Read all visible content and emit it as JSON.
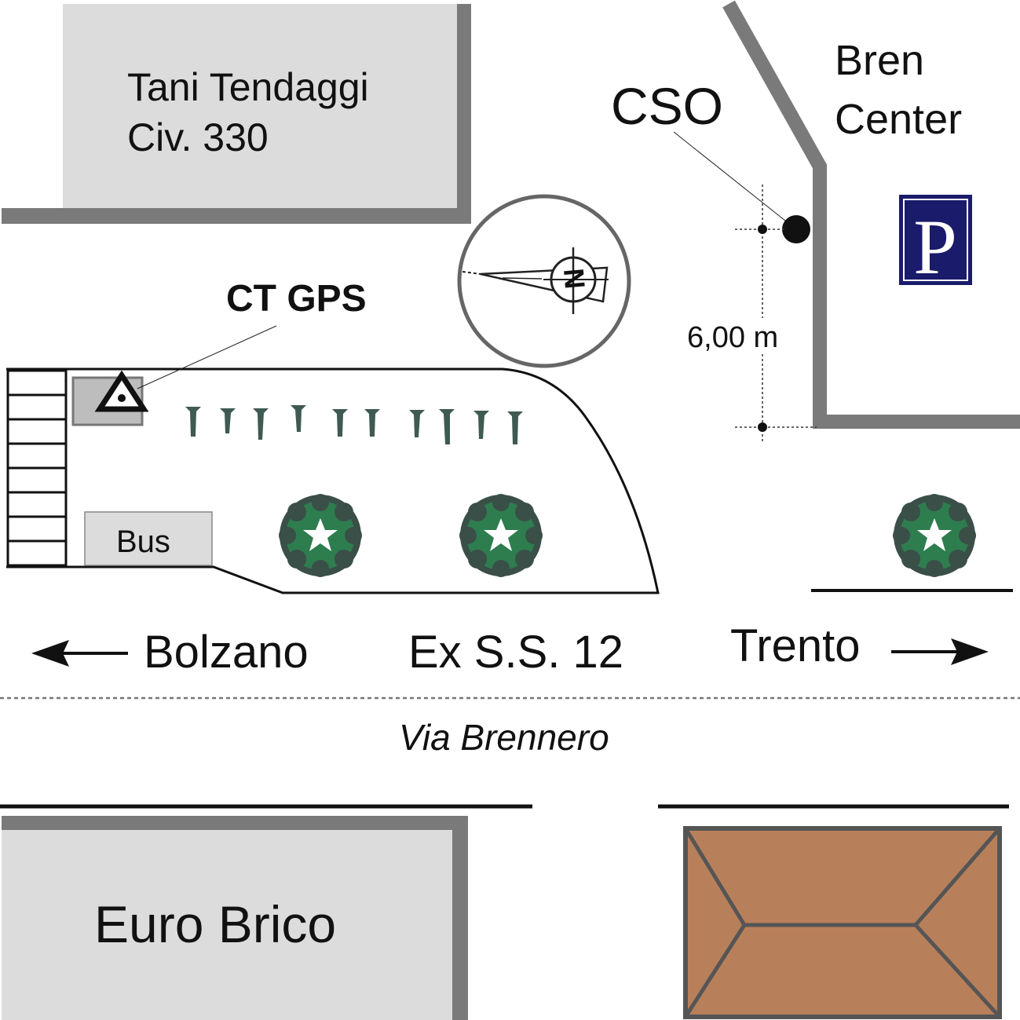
{
  "buildings": {
    "tani": {
      "name": "Tani Tendaggi",
      "civic": "Civ. 330"
    },
    "bren": {
      "line1": "Bren",
      "line2": "Center"
    },
    "euro_brico": {
      "name": "Euro Brico"
    }
  },
  "markers": {
    "cso": {
      "label": "CSO"
    },
    "ct_gps": {
      "label": "CT GPS"
    },
    "parking": {
      "symbol": "P",
      "color": "#1b1b6b"
    }
  },
  "measure": {
    "distance": "6,00 m"
  },
  "bus_stop": {
    "label": "Bus"
  },
  "road": {
    "name": "Ex S.S. 12",
    "street": "Via Brennero",
    "left_direction": "Bolzano",
    "right_direction": "Trento"
  },
  "colors": {
    "building_fill": "#dcdcdc",
    "building_shadow": "#7a7a7a",
    "roof": "#b8805a",
    "roof_edge": "#555555",
    "tree_dark": "#2f4a3f",
    "tree_green": "#2e7d4f"
  },
  "icons": [
    "north-arrow-compass-icon",
    "parking-sign-icon",
    "triangle-gps-point-icon",
    "tree-icon"
  ]
}
